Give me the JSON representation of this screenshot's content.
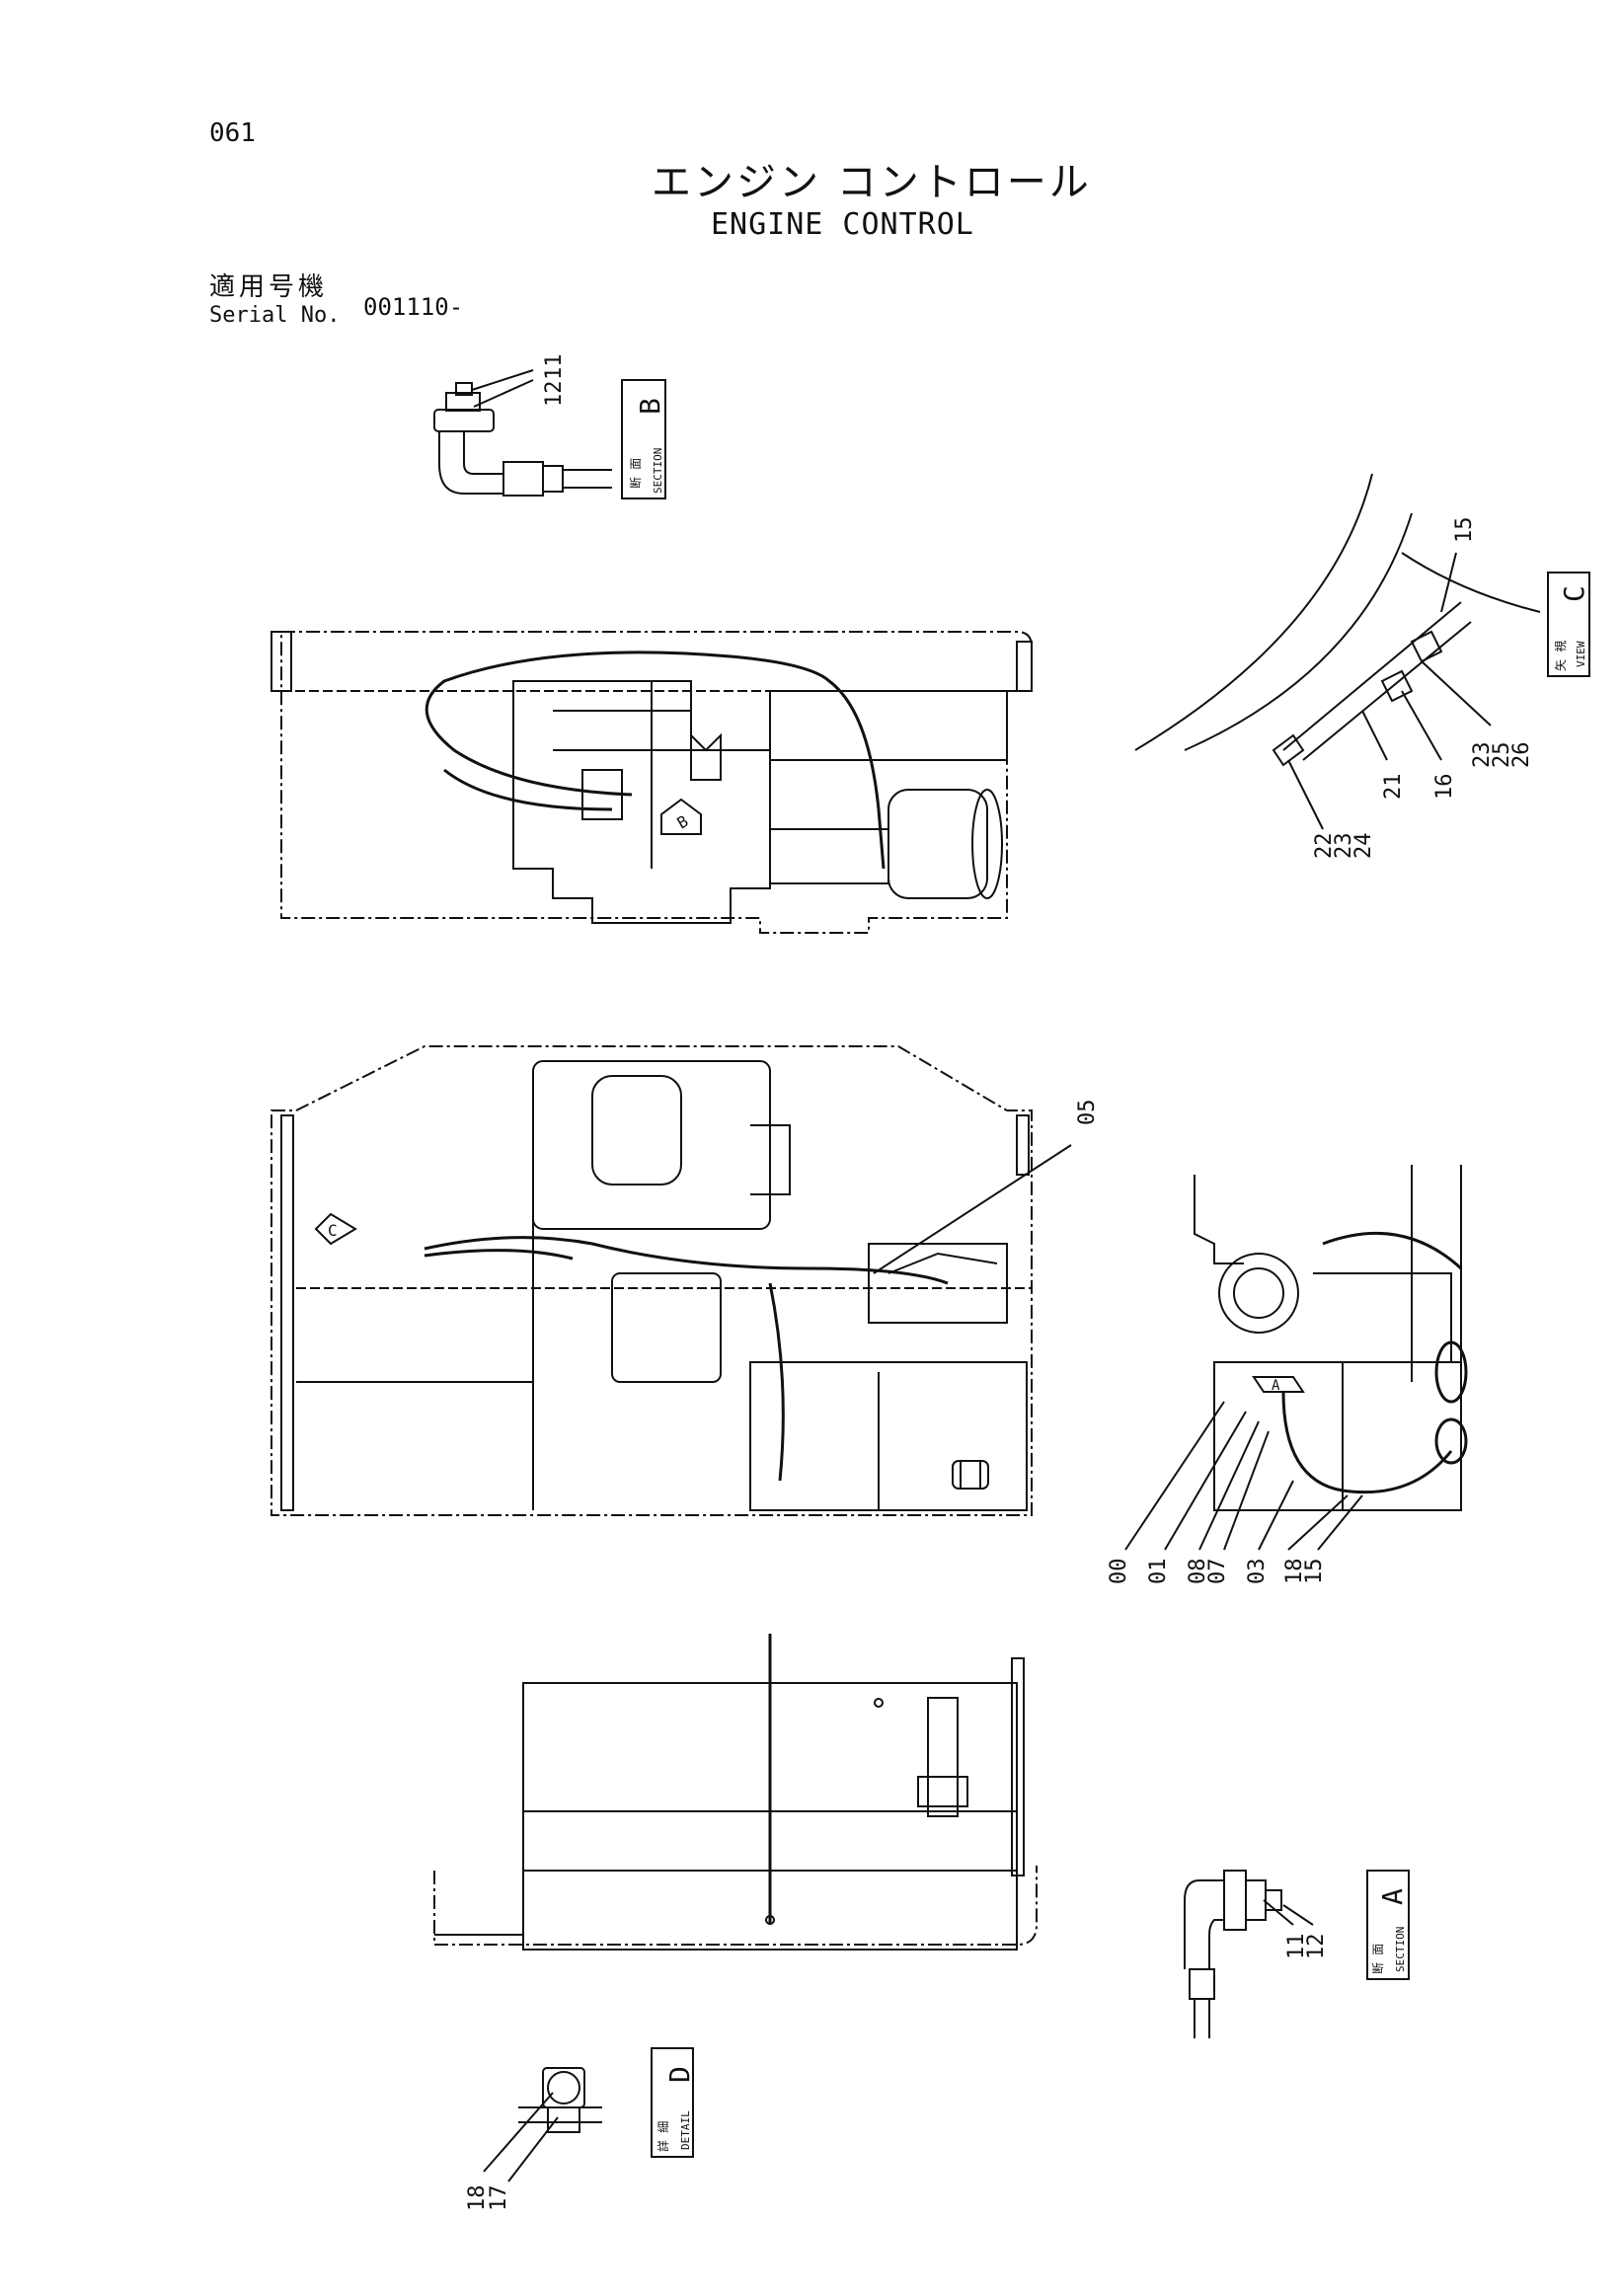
{
  "header": {
    "page_no": "061",
    "title_ja": "エンジン コントロール",
    "title_en": "ENGINE CONTROL",
    "serial_label_ja": "適用号機",
    "serial_label_en": "Serial No.",
    "serial_value": "001110-"
  },
  "views": {
    "section_b": {
      "kanji": "断 面",
      "label": "SECTION",
      "letter": "B"
    },
    "view_c": {
      "kanji": "矢 視",
      "label": "VIEW",
      "letter": "C"
    },
    "section_a": {
      "kanji": "断 面",
      "label": "SECTION",
      "letter": "A"
    },
    "detail_d": {
      "kanji": "詳 細",
      "label": "DETAIL",
      "letter": "D"
    }
  },
  "markers": {
    "a": "A",
    "c": "C"
  },
  "callouts": {
    "sec_b": [
      "11",
      "12"
    ],
    "view_c": [
      "15",
      "23",
      "25",
      "26",
      "16",
      "21",
      "22",
      "23",
      "24"
    ],
    "main": [
      "05"
    ],
    "side": [
      "00",
      "01",
      "08",
      "07",
      "03",
      "18",
      "15"
    ],
    "sec_a": [
      "11",
      "12"
    ],
    "detail": [
      "18",
      "17"
    ]
  }
}
